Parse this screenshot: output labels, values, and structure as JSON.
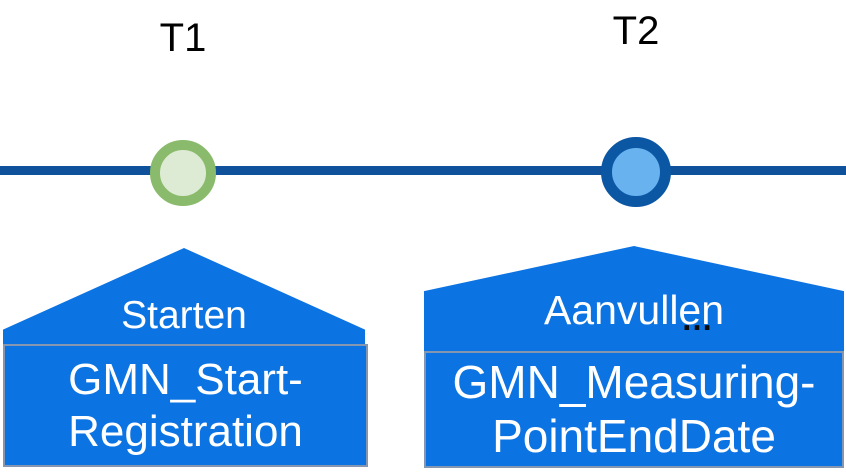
{
  "timeline": {
    "line_color": "#10519B",
    "markers": [
      {
        "id": "t1",
        "label": "T1",
        "border_color": "#8ABB6C",
        "fill_color": "#DEEBD4"
      },
      {
        "id": "t2",
        "label": "T2",
        "border_color": "#0C57A3",
        "fill_color": "#68B2F0"
      }
    ]
  },
  "callouts": [
    {
      "action_label": "Starten",
      "code_line1": "GMN_Start-",
      "code_line2": "Registration",
      "fill_color": "#0C73E3",
      "border_color": "#8496B0",
      "text_color": "#FFFFFF"
    },
    {
      "action_label": "Aanvullen",
      "ellipsis": "…",
      "code_line1": "GMN_Measuring-",
      "code_line2": "PointEndDate",
      "fill_color": "#0C73E3",
      "border_color": "#8496B0",
      "text_color": "#FFFFFF"
    }
  ]
}
